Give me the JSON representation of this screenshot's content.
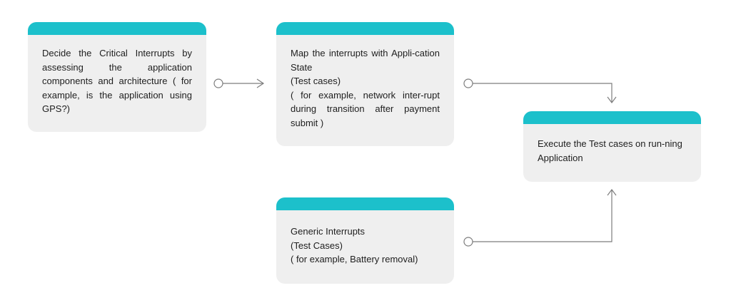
{
  "colors": {
    "header": "#1cc0cb",
    "card": "#efefef",
    "text": "#1e1e1e",
    "connector": "#7d7d7d"
  },
  "boxes": {
    "critical": {
      "text": "Decide the Critical Interrupts by assessing the application components and architecture ( for example, is the application using GPS?)"
    },
    "map": {
      "text": "Map the interrupts with Appli-cation State\n(Test cases)\n( for example, network inter-rupt during transition after payment submit )"
    },
    "execute": {
      "text": "Execute the Test cases on run-ning Application"
    },
    "generic": {
      "text": "Generic Interrupts\n(Test Cases)\n( for example, Battery removal)"
    }
  }
}
